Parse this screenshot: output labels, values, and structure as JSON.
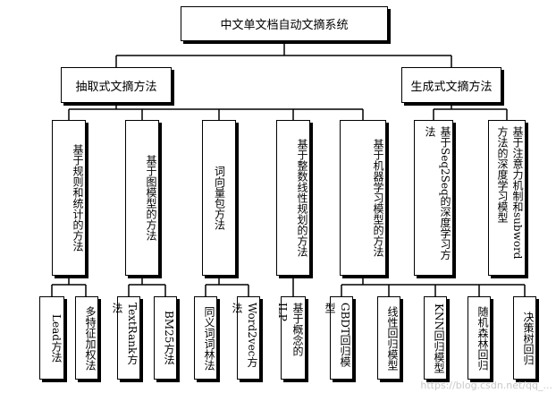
{
  "root": "中文单文档自动文摘系统",
  "branches": {
    "extractive": "抽取式文摘方法",
    "generative": "生成式文摘方法"
  },
  "methods": {
    "stat": "基于规则和统计的方法",
    "graph": "基于图模型的方法",
    "vsm": "词向量包方法",
    "ilp": "基于整数线性规划的方法",
    "ml": "基于机器学习模型的方法",
    "seq2seq": "基于Seq2Seq的深度学习方法",
    "attn": "基于注意力机制和subword方法的深度学习模型"
  },
  "leaves": {
    "lead": "Lead方法",
    "multi": "多特征加权法",
    "textrank": "TextRank方法",
    "bm25": "BM25方法",
    "synonym": "同义词词林法",
    "word2vec": "Word2vec方法",
    "concept_ilp": "基于概念的ILP",
    "gbdt": "GBDT回归模型",
    "linear": "线性回归模型",
    "knn": "KNN回归模型",
    "rf": "随机森林回归",
    "dtree": "决策树回归"
  },
  "watermark": "https://blog.csdn.net/qq_..."
}
